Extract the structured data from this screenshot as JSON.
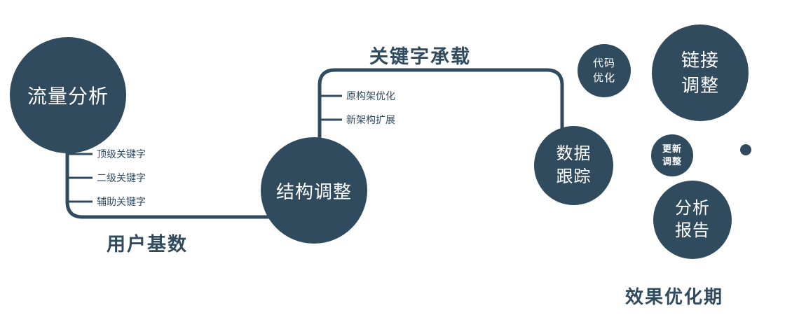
{
  "colors": {
    "primary": "#304a5e",
    "node_text": "#ffffff",
    "background": "#ffffff"
  },
  "nodes": {
    "traffic": {
      "label": "流量分析"
    },
    "structure": {
      "label": "结构调整"
    },
    "tracking": {
      "line1": "数据",
      "line2": "跟踪"
    },
    "code": {
      "line1": "代码",
      "line2": "优化"
    },
    "link": {
      "line1": "链接",
      "line2": "调整"
    },
    "update": {
      "line1": "更新",
      "line2": "调整"
    },
    "report": {
      "line1": "分析",
      "line2": "报告"
    }
  },
  "edge_labels": {
    "user_base": "用户基数",
    "keyword_carry": "关键字承载"
  },
  "branch_labels": {
    "traffic": [
      "顶级关键字",
      "二级关键字",
      "辅助关键字"
    ],
    "structure": [
      "原构架优化",
      "新架构扩展"
    ]
  },
  "footer": "效果优化期"
}
